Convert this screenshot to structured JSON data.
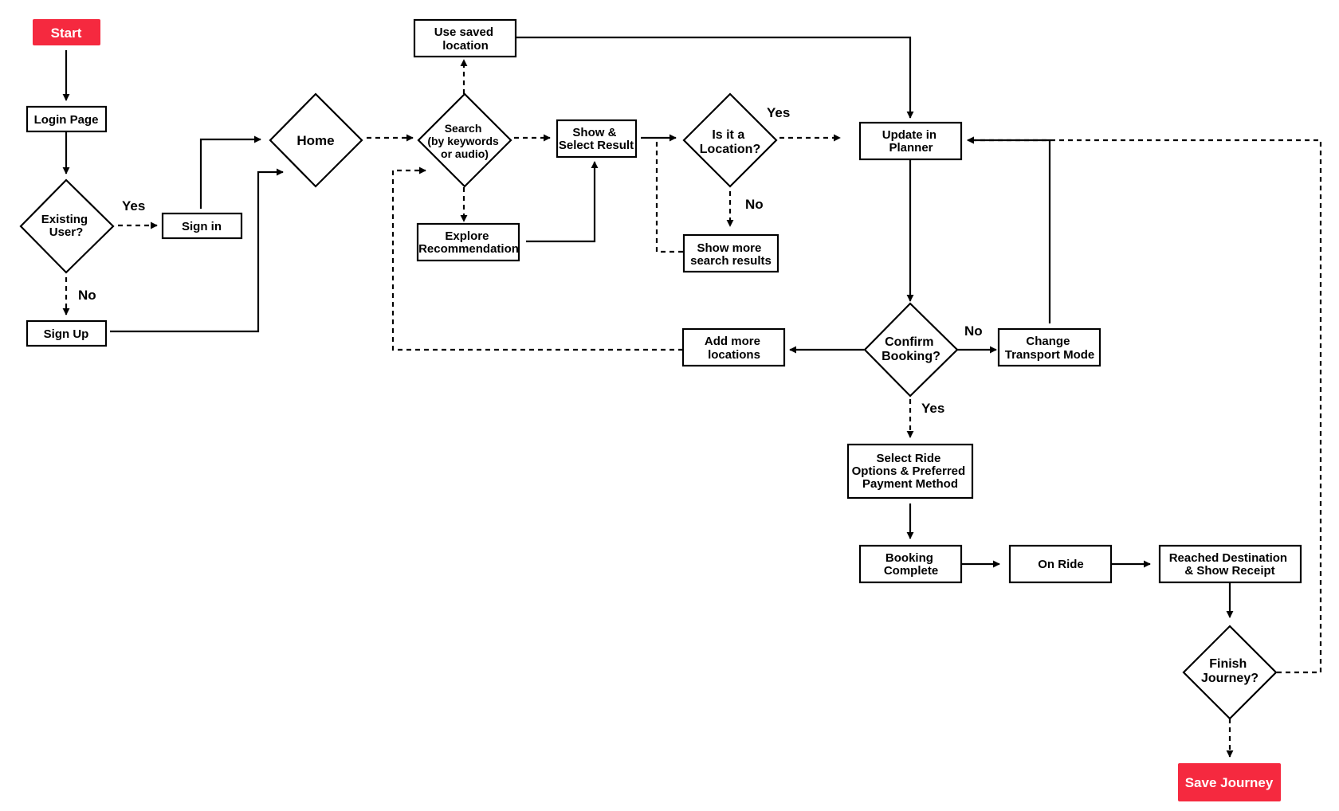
{
  "colors": {
    "terminal": "#f5293f",
    "stroke": "#000000",
    "background": "#ffffff"
  },
  "nodes": {
    "start": "Start",
    "login_page": "Login Page",
    "existing_user": [
      "Existing",
      "User?"
    ],
    "sign_in": "Sign in",
    "sign_up": "Sign Up",
    "home": "Home",
    "use_saved_location": [
      "Use saved",
      "location"
    ],
    "search": [
      "Search",
      "(by keywords",
      "or audio)"
    ],
    "explore": [
      "Explore",
      "Recommendation"
    ],
    "show_select": [
      "Show &",
      "Select Result"
    ],
    "is_location": [
      "Is it a",
      "Location?"
    ],
    "show_more": [
      "Show more",
      "search results"
    ],
    "update_planner": [
      "Update in",
      "Planner"
    ],
    "confirm_booking": [
      "Confirm",
      "Booking?"
    ],
    "add_more": [
      "Add more",
      "locations"
    ],
    "change_mode": [
      "Change",
      "Transport Mode"
    ],
    "select_ride": [
      "Select Ride",
      "Options & Preferred",
      "Payment Method"
    ],
    "booking_complete": [
      "Booking",
      "Complete"
    ],
    "on_ride": "On Ride",
    "reached": [
      "Reached Destination",
      "& Show Receipt"
    ],
    "finish": [
      "Finish",
      "Journey?"
    ],
    "save_journey": "Save Journey"
  },
  "branch_labels": {
    "existing_yes": "Yes",
    "existing_no": "No",
    "location_yes": "Yes",
    "location_no": "No",
    "confirm_no": "No",
    "confirm_yes": "Yes"
  }
}
